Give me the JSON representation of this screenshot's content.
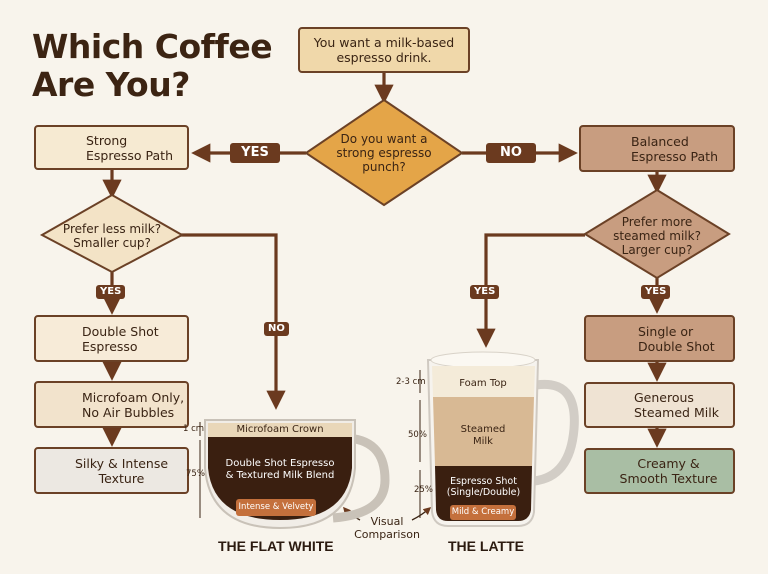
{
  "title": {
    "line1": "Which Coffee",
    "line2": "Are You?"
  },
  "start": {
    "text": "You want a milk-based\nespresso drink."
  },
  "q_main": {
    "text": "Do you want a\nstrong espresso\npunch?"
  },
  "yes_label": "YES",
  "no_label": "NO",
  "left": {
    "path_box": "Strong\nEspresso Path",
    "question": "Prefer less milk?\nSmaller cup?",
    "yes": "YES",
    "no": "NO",
    "step1": "Double Shot\nEspresso",
    "step2": "Microfoam Only,\nNo Air Bubbles",
    "step3": "Silky & Intense\nTexture"
  },
  "right": {
    "path_box": "Balanced\nEspresso Path",
    "question": "Prefer more\nsteamed milk?\nLarger cup?",
    "yes_center": "YES",
    "yes_right": "YES",
    "step1": "Single or\nDouble Shot",
    "step2": "Generous\nSteamed Milk",
    "step3": "Creamy &\nSmooth Texture"
  },
  "flat_white": {
    "name": "THE FLAT WHITE",
    "crown": "Microfoam Crown",
    "body": "Double Shot Espresso\n& Textured Milk Blend",
    "badge": "Intense & Velvety",
    "dim_top": "1 cm",
    "dim_body": "75%"
  },
  "latte": {
    "name": "THE LATTE",
    "foam": "Foam Top",
    "milk": "Steamed\nMilk",
    "shot": "Espresso Shot\n(Single/Double)",
    "badge": "Mild & Creamy",
    "dim_foam": "2-3 cm",
    "dim_milk": "50%",
    "dim_shot": "25%"
  },
  "comparison": "Visual\nComparison",
  "colors": {
    "brown_dark": "#6b3a1f",
    "tan": "#e8c9a2",
    "orange": "#e4a548",
    "mocha": "#c89d80",
    "sage": "#a9bea4"
  }
}
